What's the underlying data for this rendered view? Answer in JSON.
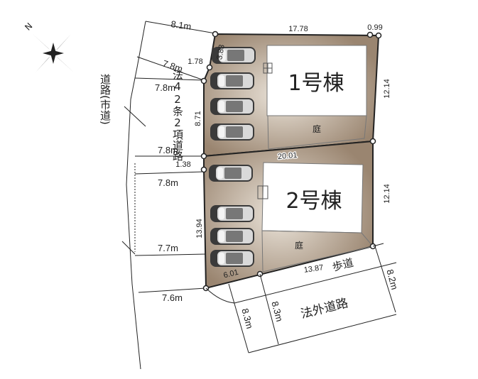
{
  "compass": {
    "north_label": "N"
  },
  "lots": [
    {
      "name": "1号棟",
      "garden": "庭",
      "top": "17.78",
      "top_small": "0.99",
      "right": "12.14",
      "left": "8.71",
      "corner_a": "3.83",
      "corner_b": "1.78",
      "bottom": "20.01"
    },
    {
      "name": "2号棟",
      "garden": "庭",
      "right": "12.14",
      "left": "13.94",
      "left_small": "1.38",
      "bottom_a": "6.01",
      "bottom_b": "13.87"
    }
  ],
  "left_road": {
    "label_a": "法42条2項道路",
    "label_b": "道路(市道)",
    "widths": [
      "8.1m",
      "7.8m",
      "7.8m",
      "7.8m",
      "7.8m",
      "7.7m",
      "7.6m"
    ]
  },
  "bottom_road": {
    "sidewalk": "歩道",
    "name": "法外道路",
    "widths": [
      "8.3m",
      "8.3m",
      "8.2m"
    ]
  },
  "colors": {
    "lot_fill": "#a08a72",
    "lot_center": "#e8e0d6",
    "building": "#ffffff"
  }
}
